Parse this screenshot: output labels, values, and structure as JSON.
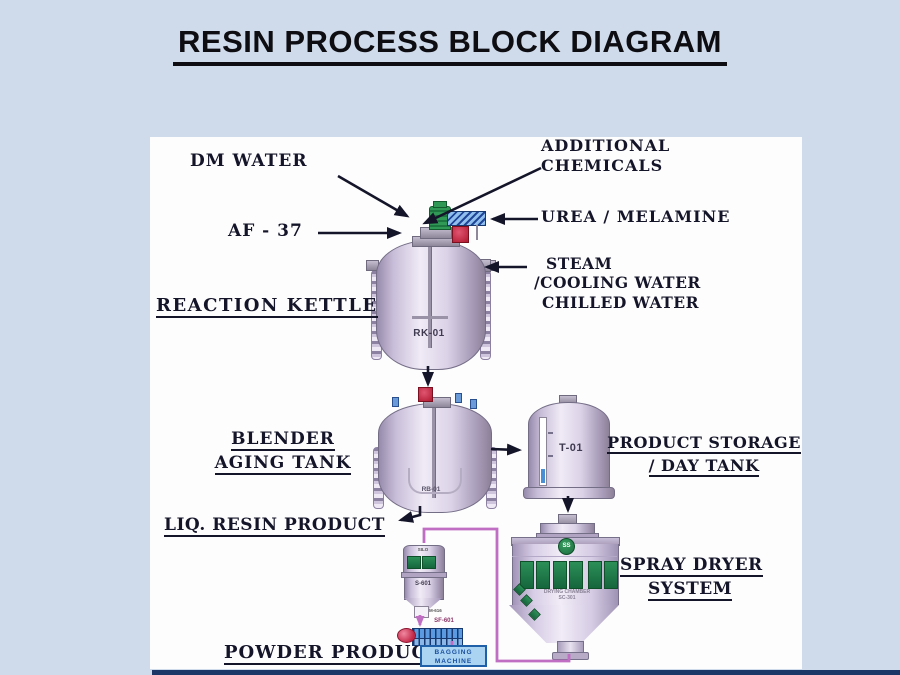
{
  "title": "RESIN PROCESS BLOCK DIAGRAM",
  "labels": {
    "dm_water": "DM WATER",
    "additional_chemicals_1": "ADDITIONAL",
    "additional_chemicals_2": "CHEMICALS",
    "af37": "AF - 37",
    "urea_melamine": "UREA / MELAMINE",
    "steam_1": "STEAM",
    "steam_2": "/COOLING WATER",
    "steam_3": "CHILLED WATER",
    "reaction_kettle": "REACTION KETTLE",
    "blender_1": "BLENDER",
    "blender_2": "AGING TANK",
    "product_storage_1": "PRODUCT STORAGE",
    "product_storage_2": "/ DAY TANK",
    "liq_resin": "LIQ. RESIN PRODUCT",
    "spray_dryer_1": "SPRAY DRYER",
    "spray_dryer_2": "SYSTEM",
    "powder_product": "POWDER PRODUCT"
  },
  "equipment": {
    "kettle_tag": "RK-01",
    "blender_tag": "RB-01",
    "day_tank_tag": "T-01",
    "silo_label": "SILO",
    "silo_tag": "S-601",
    "silo_outlet_tag": "M-616",
    "feeder_tag": "SF-601",
    "dryer_chamber_1": "DRYING CHAMBER",
    "dryer_chamber_2": "SC-301",
    "dryer_logo": "SS",
    "bagging_1": "BAGGING",
    "bagging_2": "MACHINE"
  },
  "colors": {
    "page_bg": "#cfdaea",
    "panel_bg": "#fdfdfe",
    "line_black": "#15152a",
    "transfer_line_magenta": "#c06ec4",
    "vessel_lavender": "#dbd2e7",
    "motor_green": "#2f9955",
    "conveyor_blue": "#5b9ae0",
    "valve_red": "#c2243a",
    "window_green": "#1e7a4c",
    "bagging_fill": "#aad4f2",
    "bagging_border": "#2060a8",
    "footer_bar": "#1b3768"
  }
}
